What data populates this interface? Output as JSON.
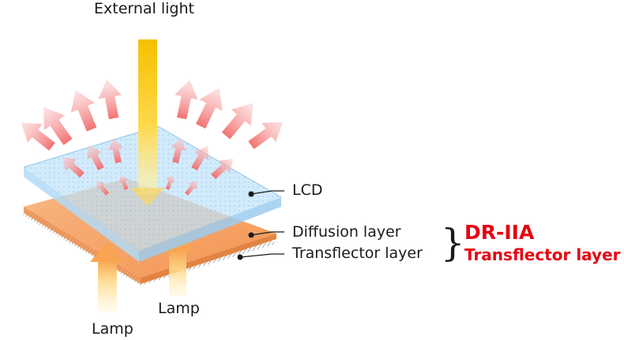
{
  "labels": {
    "external_light": "External light",
    "lcd": "LCD",
    "diffusion_layer": "Diffusion layer",
    "transflector_layer": "Transflector layer",
    "lamp_front": "Lamp",
    "lamp_back": "Lamp"
  },
  "product": {
    "name": "DR-IIA",
    "subtitle": "Transflector layer"
  },
  "colors": {
    "brand_red": "#e60012",
    "lcd_panel": "#a9d6f5",
    "transflector": "#f7a15c",
    "external_light": "#f5c000",
    "lamp_light": "#ffdc7a",
    "scatter_arrow": "#f26a6a"
  }
}
